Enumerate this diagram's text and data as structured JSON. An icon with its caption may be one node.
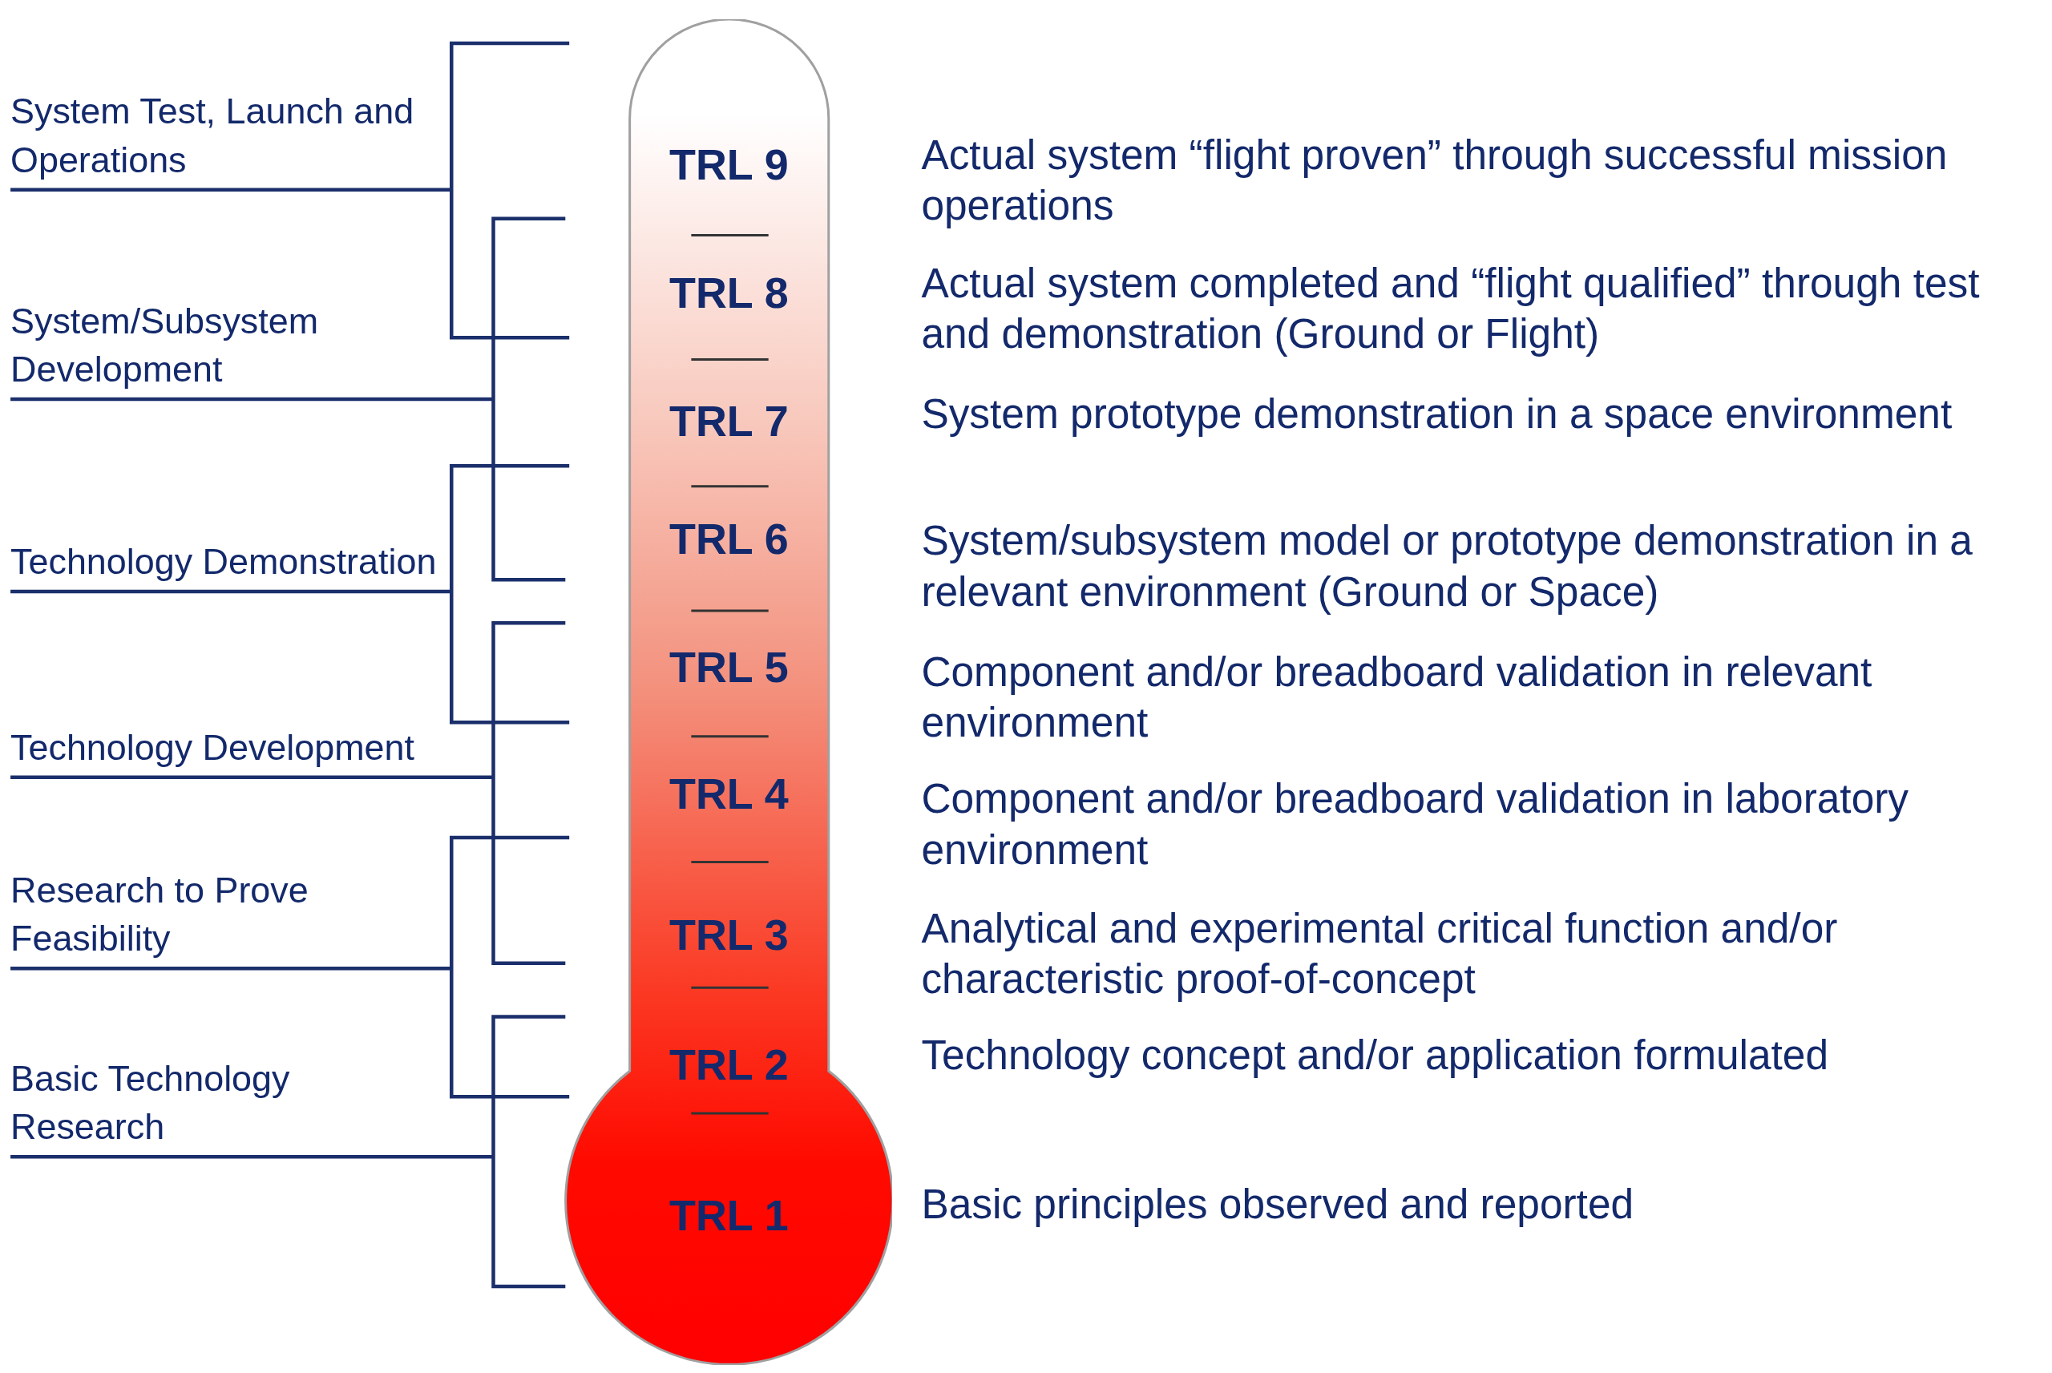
{
  "diagram": {
    "nodes": [
      {
        "text": [
          "System Test, Launch and Operations"
        ]
      },
      {
        "text": [
          "System/Subsystem Development"
        ]
      },
      {
        "text": [
          "Technology Demonstration"
        ]
      },
      {
        "text": [
          "Technology Development"
        ]
      },
      {
        "text": [
          "Research to Prove Feasibility"
        ]
      },
      {
        "text": [
          "Basic Technology Research"
        ]
      },
      {
        "text": [],
        "shape": "thermometer"
      },
      {
        "text": [
          "TRL 9"
        ],
        "in": 6,
        "beside": [
          "Actual system “flight proven” through successful mission operations"
        ]
      },
      {
        "text": [
          "TRL 8"
        ],
        "in": 6,
        "beside": [
          "Actual system completed and “flight qualified” through test and demonstration (Ground or Flight)"
        ]
      },
      {
        "text": [
          "TRL 7"
        ],
        "in": 6,
        "beside": [
          "System prototype demonstration in a space environment"
        ]
      },
      {
        "text": [
          "TRL 6"
        ],
        "in": 6,
        "beside": [
          "System/subsystem model or prototype demonstration in a relevant environment (Ground or Space)"
        ]
      },
      {
        "text": [
          "TRL 5"
        ],
        "in": 6,
        "beside": [
          "Component and/or breadboard validation in relevant environment"
        ]
      },
      {
        "text": [
          "TRL 4"
        ],
        "in": 6,
        "beside": [
          "Component and/or breadboard validation in laboratory environment"
        ]
      },
      {
        "text": [
          "TRL 3"
        ],
        "in": 6,
        "beside": [
          "Analytical and experimental critical function and/or characteristic proof-of-concept"
        ]
      },
      {
        "text": [
          "TRL 2"
        ],
        "in": 6,
        "beside": [
          "Technology concept and/or application formulated"
        ]
      },
      {
        "text": [
          "TRL 1"
        ],
        "in": 6,
        "beside": [
          "Basic principles observed and reported"
        ]
      }
    ]
  }
}
